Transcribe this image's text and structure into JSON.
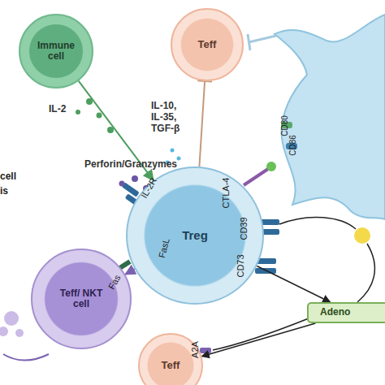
{
  "diagram": {
    "nodes": [
      {
        "text": [
          "Immune cell"
        ]
      },
      {
        "text": [
          "Teff"
        ]
      },
      {
        "text": [
          "Treg"
        ]
      },
      {
        "text": [
          "Teff/ NKT cell"
        ]
      },
      {
        "text": [
          "Adeno"
        ]
      },
      {
        "text": [
          "Teff"
        ]
      }
    ],
    "edges": [
      {
        "from": 0,
        "to": 2,
        "label": "IL-2",
        "arrow": "to"
      },
      {
        "from": 2,
        "to": 1,
        "label": "IL-10, IL-35, TGF-β",
        "arrow": "none"
      },
      {
        "from": 2,
        "to": 3,
        "label": "Perforin/Granzymes",
        "arrow": "to"
      },
      {
        "from": 2,
        "to": 4,
        "arrow": "to"
      },
      {
        "from": 4,
        "to": 5,
        "arrow": "to"
      }
    ],
    "labels": [
      "CD80",
      "CD86",
      "IL-2R",
      "CTLA-4",
      "cell",
      "is",
      "CD39",
      "FasL",
      "CD73",
      "Fas",
      "A2A"
    ]
  }
}
